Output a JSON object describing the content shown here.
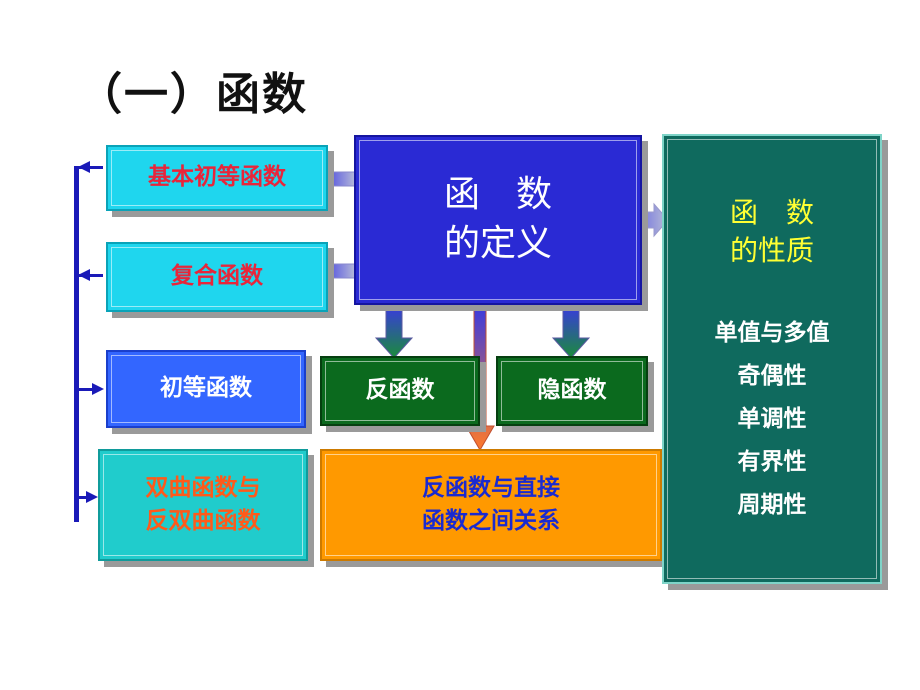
{
  "slide": {
    "title": "（一）函数"
  },
  "boxes": {
    "basic_elementary": "基本初等函数",
    "composite": "复合函数",
    "elementary": "初等函数",
    "hyperbolic": [
      "双曲函数与",
      "反双曲函数"
    ],
    "definition": [
      "函　数",
      "的定义"
    ],
    "inverse": "反函数",
    "implicit": "隐函数",
    "relation": [
      "反函数与直接",
      "函数之间关系"
    ],
    "properties_title": [
      "函　数",
      "的性质"
    ],
    "properties": [
      "单值与多值",
      "奇偶性",
      "单调性",
      "有界性",
      "周期性"
    ]
  },
  "colors": {
    "cyan_box": "#1fd6ee",
    "blue_box": "#3366ff",
    "definition_box": "#2a2ad4",
    "green_box": "#0b6a1e",
    "orange_box": "#ff9900",
    "teal_box": "#0f6a5e",
    "bracket_line": "#1a1ab8"
  }
}
